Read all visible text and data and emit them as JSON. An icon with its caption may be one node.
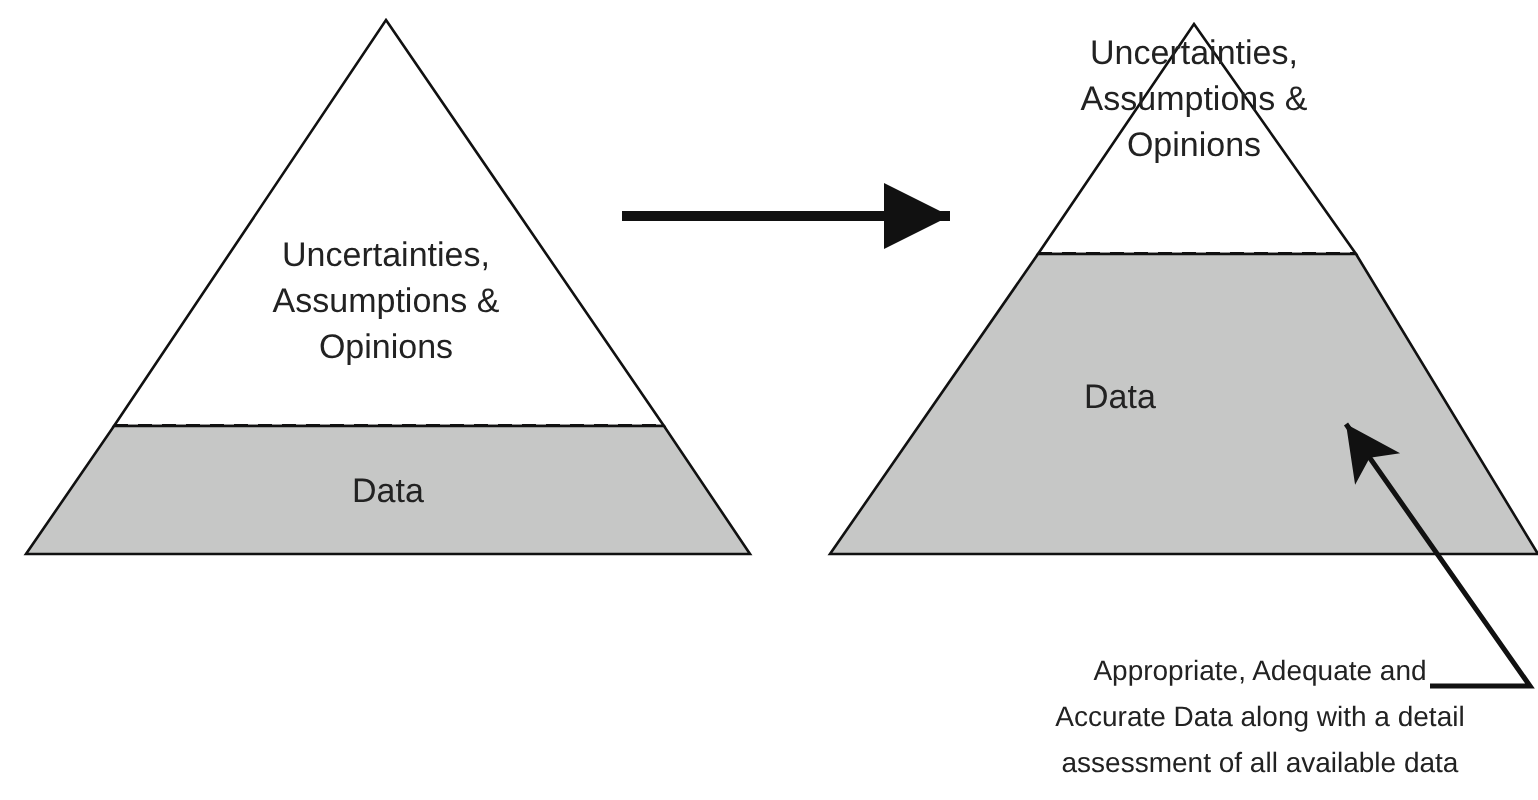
{
  "diagram": {
    "nodes": [
      {
        "text": [
          "Uncertainties, Assumptions & Opinions"
        ]
      },
      {
        "text": [
          "Data"
        ]
      },
      {
        "text": [
          "Uncertainties, Assumptions & Opinions"
        ]
      },
      {
        "text": [
          "Data"
        ]
      },
      {
        "text": [
          "Appropriate, Adequate and Accurate Data along with a detail assessment of all available data"
        ]
      }
    ],
    "edges": [
      {
        "from": 0,
        "to": 2,
        "arrow": "to",
        "style": "thick"
      },
      {
        "from": 4,
        "to": 3,
        "arrow": "to"
      }
    ]
  }
}
